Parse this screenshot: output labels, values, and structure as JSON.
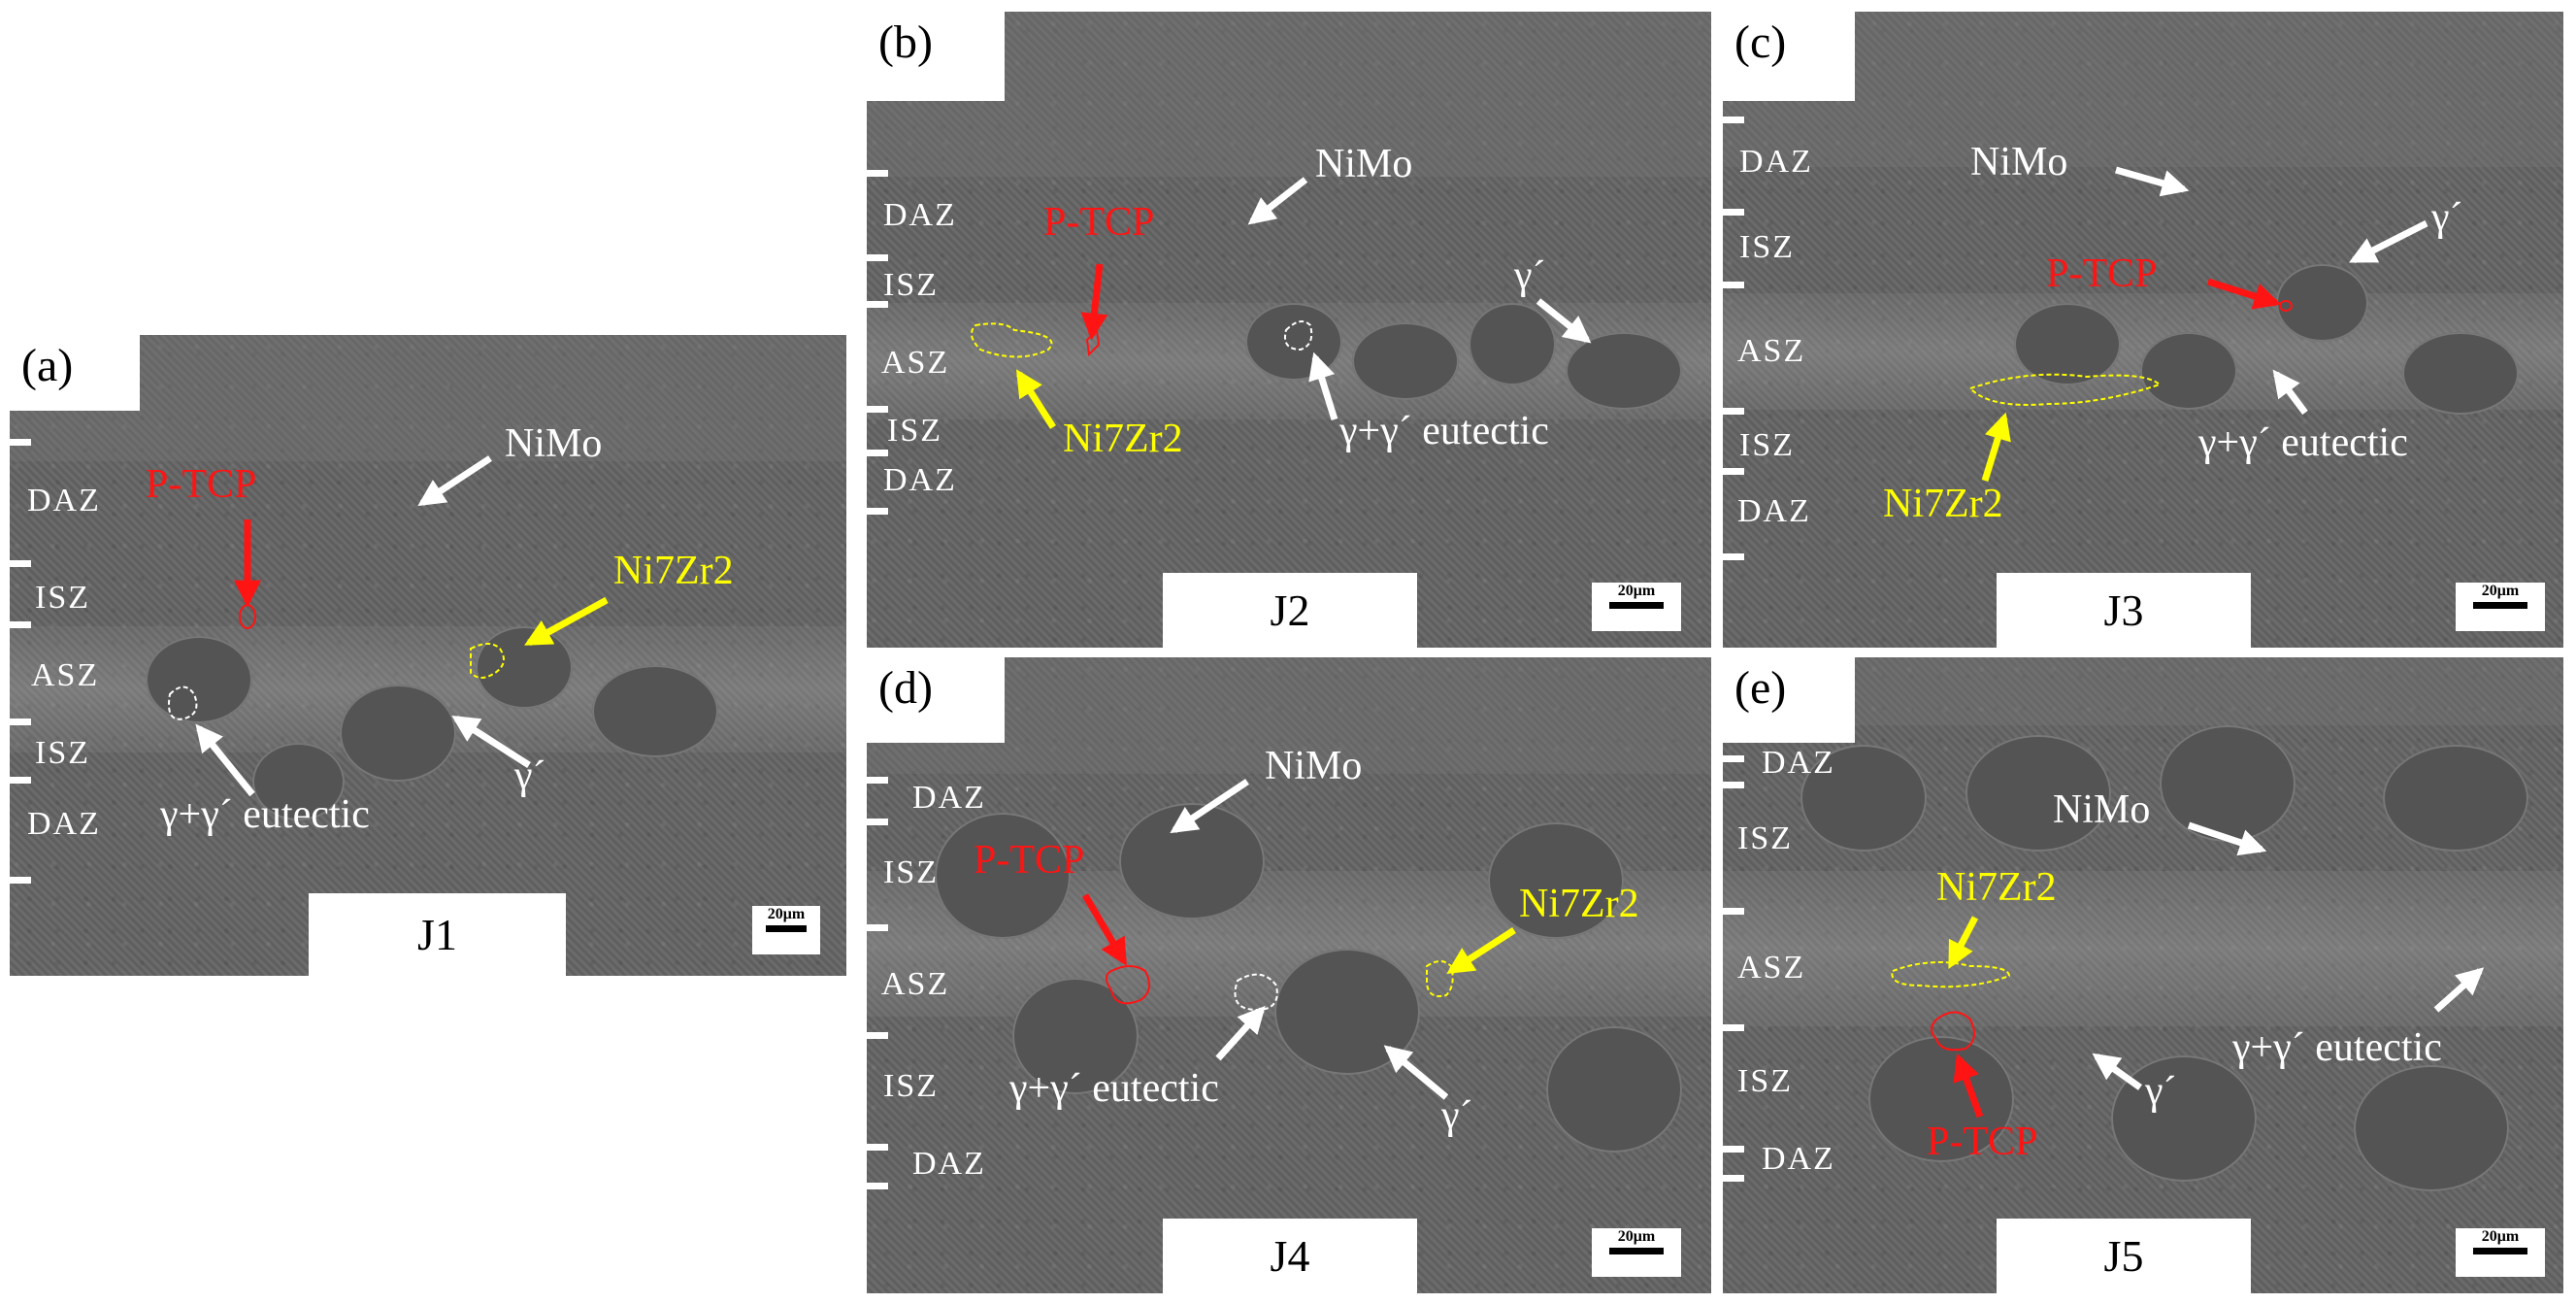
{
  "panels": {
    "a": {
      "letter": "(a)",
      "joint": "J1",
      "scale": "20μm",
      "zones": [
        "DAZ",
        "ISZ",
        "ASZ",
        "ISZ",
        "DAZ"
      ],
      "labels": {
        "ptcp": "P-TCP",
        "nimo": "NiMo",
        "ni7zr2": "Ni7Zr2",
        "gamma_prime": "γ´",
        "eutectic": "γ+γ´ eutectic"
      }
    },
    "b": {
      "letter": "(b)",
      "joint": "J2",
      "scale": "20μm",
      "zones": [
        "DAZ",
        "ISZ",
        "ASZ",
        "ISZ",
        "DAZ"
      ],
      "labels": {
        "ptcp": "P-TCP",
        "nimo": "NiMo",
        "ni7zr2": "Ni7Zr2",
        "gamma_prime": "γ´",
        "eutectic": "γ+γ´ eutectic"
      }
    },
    "c": {
      "letter": "(c)",
      "joint": "J3",
      "scale": "20μm",
      "zones": [
        "DAZ",
        "ISZ",
        "ASZ",
        "ISZ",
        "DAZ"
      ],
      "labels": {
        "ptcp": "P-TCP",
        "nimo": "NiMo",
        "ni7zr2": "Ni7Zr2",
        "gamma_prime": "γ´",
        "eutectic": "γ+γ´ eutectic"
      }
    },
    "d": {
      "letter": "(d)",
      "joint": "J4",
      "scale": "20μm",
      "zones": [
        "DAZ",
        "ISZ",
        "ASZ",
        "ISZ",
        "DAZ"
      ],
      "labels": {
        "ptcp": "P-TCP",
        "nimo": "NiMo",
        "ni7zr2": "Ni7Zr2",
        "gamma_prime": "γ´",
        "eutectic": "γ+γ´ eutectic"
      }
    },
    "e": {
      "letter": "(e)",
      "joint": "J5",
      "scale": "20μm",
      "zones": [
        "DAZ",
        "ISZ",
        "ASZ",
        "ISZ",
        "DAZ"
      ],
      "labels": {
        "ptcp": "P-TCP",
        "nimo": "NiMo",
        "ni7zr2": "Ni7Zr2",
        "gamma_prime": "γ´",
        "eutectic": "γ+γ´ eutectic"
      }
    }
  },
  "colors": {
    "ptcp": "#ff1414",
    "ni7zr2": "#ffff00",
    "annotation": "#ffffff"
  }
}
